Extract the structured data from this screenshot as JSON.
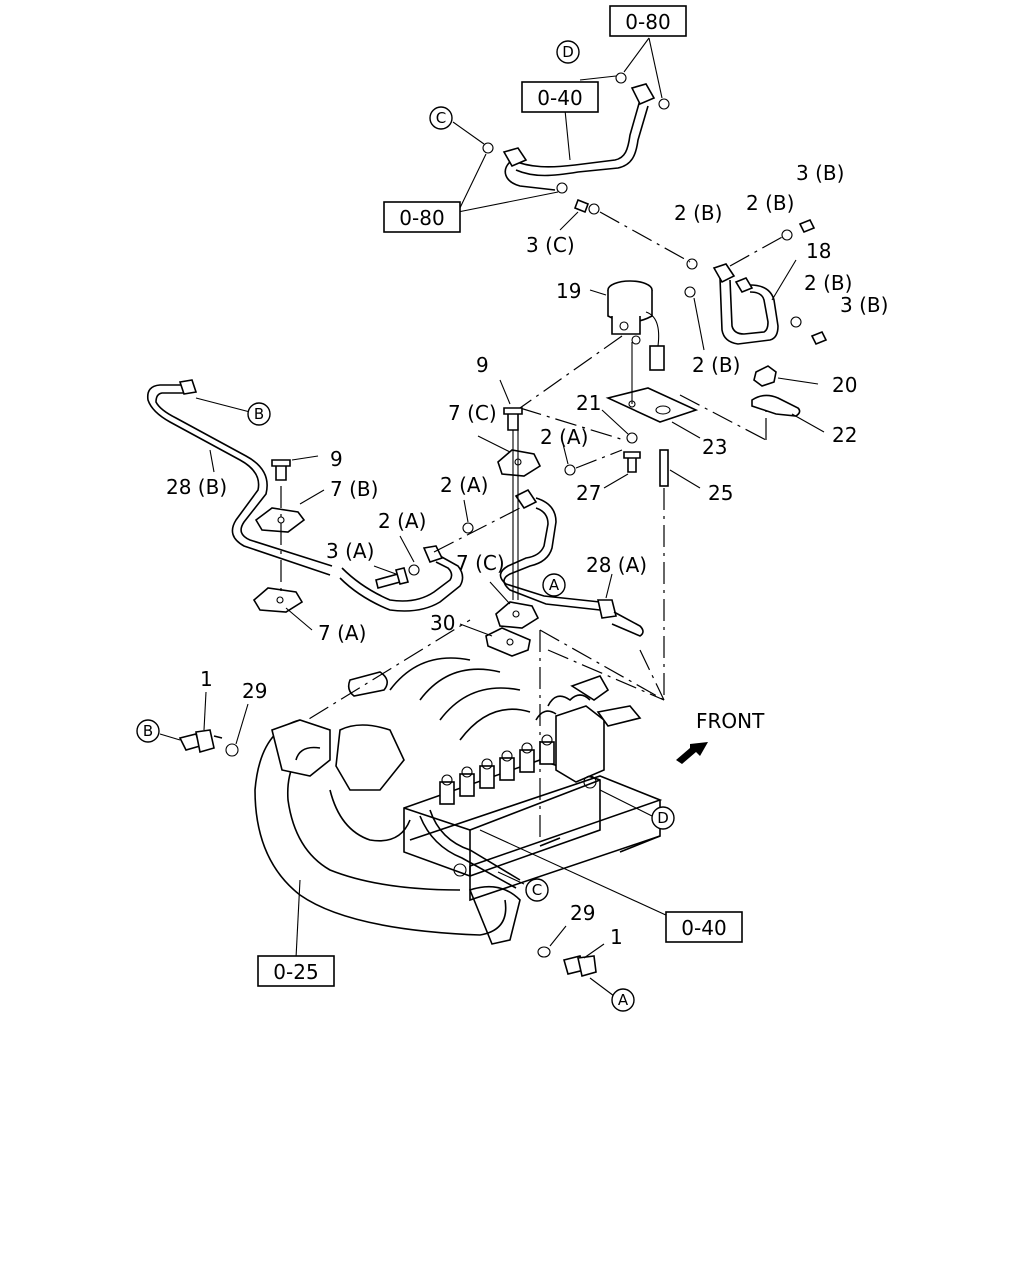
{
  "refs": {
    "ref_0_80_top": "0-80",
    "ref_0_40_top": "0-40",
    "ref_0_80_left": "0-80",
    "ref_0_40_bottom": "0-40",
    "ref_0_25": "0-25"
  },
  "callouts": {
    "D_top": "D",
    "C_top": "C",
    "B_pipe": "B",
    "A_pipe": "A",
    "B_sensor": "B",
    "D_engine": "D",
    "C_engine": "C",
    "A_sensor": "A"
  },
  "labels": {
    "p3B_top": "3 (B)",
    "p2B_a": "2 (B)",
    "p2B_b": "2 (B)",
    "p18": "18",
    "p3C": "3 (C)",
    "p19": "19",
    "p2B_c": "2 (B)",
    "p3B_right": "3 (B)",
    "p2B_d": "2 (B)",
    "p20": "20",
    "p9_a": "9",
    "p21": "21",
    "p23": "23",
    "p22": "22",
    "p7C_a": "7 (C)",
    "p2A_a": "2 (A)",
    "p27": "27",
    "p25": "25",
    "p9_b": "9",
    "p28B": "28 (B)",
    "p7B": "7 (B)",
    "p2A_b": "2 (A)",
    "p2A_c": "2 (A)",
    "p3A": "3 (A)",
    "p7C_b": "7 (C)",
    "p28A": "28 (A)",
    "p7A": "7 (A)",
    "p30": "30",
    "p1_left": "1",
    "p29_left": "29",
    "front": "FRONT",
    "p29_bottom": "29",
    "p1_bottom": "1"
  }
}
